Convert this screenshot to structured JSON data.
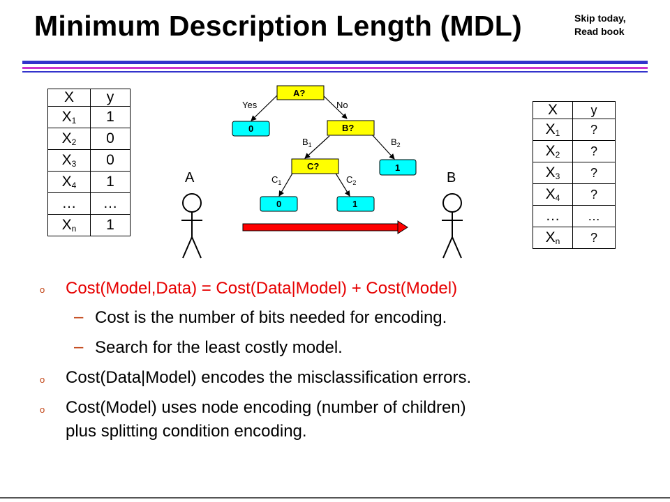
{
  "title": "Minimum Description Length (MDL)",
  "side_note": [
    "Skip today,",
    "Read book"
  ],
  "person_a": "A",
  "person_b": "B",
  "table_a": {
    "headers": [
      "X",
      "y"
    ],
    "rows": [
      {
        "x": "X",
        "sub": "1",
        "y": "1"
      },
      {
        "x": "X",
        "sub": "2",
        "y": "0"
      },
      {
        "x": "X",
        "sub": "3",
        "y": "0"
      },
      {
        "x": "X",
        "sub": "4",
        "y": "1"
      },
      {
        "x": "…",
        "sub": "",
        "y": "…"
      },
      {
        "x": "X",
        "sub": "n",
        "y": "1"
      }
    ]
  },
  "table_b": {
    "headers": [
      "X",
      "y"
    ],
    "rows": [
      {
        "x": "X",
        "sub": "1",
        "y": "?"
      },
      {
        "x": "X",
        "sub": "2",
        "y": "?"
      },
      {
        "x": "X",
        "sub": "3",
        "y": "?"
      },
      {
        "x": "X",
        "sub": "4",
        "y": "?"
      },
      {
        "x": "…",
        "sub": "",
        "y": "…"
      },
      {
        "x": "X",
        "sub": "n",
        "y": "?"
      }
    ]
  },
  "tree": {
    "nodes": {
      "a": "A?",
      "b": "B?",
      "c": "C?"
    },
    "leaves": {
      "a_yes": "0",
      "b2": "1",
      "c1": "0",
      "c2": "1"
    },
    "edges": {
      "yes": "Yes",
      "no": "No",
      "b1": "B",
      "b1_sub": "1",
      "b2": "B",
      "b2_sub": "2",
      "c1": "C",
      "c1_sub": "1",
      "c2": "C",
      "c2_sub": "2"
    }
  },
  "colors": {
    "node_fill": "#ffff00",
    "leaf_fill": "#00ffff",
    "arrow": "#ff0000",
    "rule_blue": "#3333cc",
    "rule_purple": "#cc33cc"
  },
  "bullets": [
    {
      "marker": "o",
      "text": "Cost(Model,Data) = Cost(Data|Model) + Cost(Model)"
    },
    {
      "marker": "–",
      "text": "Cost is the number of bits needed for encoding."
    },
    {
      "marker": "–",
      "text": "Search for the least costly model."
    },
    {
      "marker": "o",
      "text": "Cost(Data|Model) encodes the misclassification errors."
    },
    {
      "marker": "o",
      "text": "Cost(Model) uses node encoding (number of children)"
    },
    {
      "marker": "",
      "text": "plus splitting condition encoding."
    }
  ]
}
